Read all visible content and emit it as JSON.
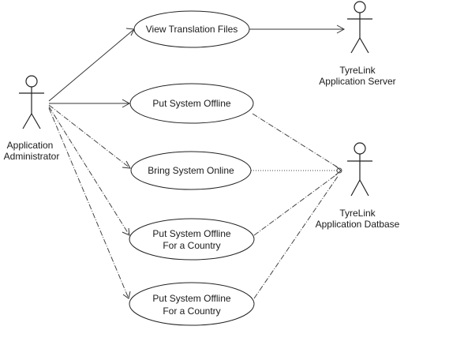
{
  "actors": {
    "administrator": {
      "line1": "Application",
      "line2": "Administrator"
    },
    "app_server": {
      "line1": "TyreLink",
      "line2": "Application Server"
    },
    "app_database": {
      "line1": "TyreLink",
      "line2": "Application Datbase"
    }
  },
  "use_cases": {
    "view_translation_files": {
      "line1": "View Translation Files"
    },
    "put_system_offline": {
      "line1": "Put System Offline"
    },
    "bring_system_online": {
      "line1": "Bring System Online"
    },
    "put_offline_country_1": {
      "line1": "Put System Offline",
      "line2": "For a Country"
    },
    "put_offline_country_2": {
      "line1": "Put System Offline",
      "line2": "For a Country"
    }
  }
}
